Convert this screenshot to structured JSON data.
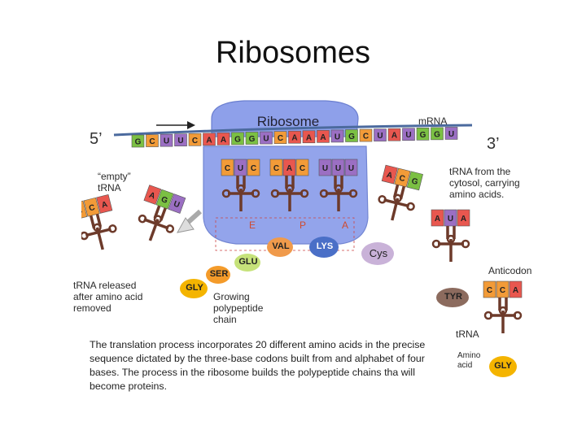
{
  "slide": {
    "title": "Ribosomes"
  },
  "figure": {
    "ribosome_label": "Ribosome",
    "mrna_label": "mRNA",
    "five_prime": "5’",
    "three_prime": "3’",
    "mrna_sequence": [
      "G",
      "C",
      "U",
      "U",
      "C",
      "A",
      "A",
      "G",
      "G",
      "U",
      "C",
      "A",
      "A",
      "A",
      "U",
      "G",
      "C",
      "U",
      "A",
      "U",
      "G",
      "G",
      "U"
    ],
    "codons_in_ribosome": [
      [
        "C",
        "U",
        "C"
      ],
      [
        "C",
        "A",
        "C"
      ],
      [
        "U",
        "U",
        "U"
      ]
    ],
    "sites": [
      "E",
      "P",
      "A"
    ],
    "empty_trna_label": "“empty” tRNA",
    "released_label": "tRNA released after amino acid removed",
    "incoming_trna_label": "tRNA from the cytosol, carrying amino acids.",
    "anticodon_label": "Anticodon",
    "trna_label": "tRNA",
    "amino_acid_label": "Amino acid",
    "growing_chain_label": "Growing polypeptide chain",
    "amino_acids": {
      "gly": "GLY",
      "ser": "SER",
      "glu": "GLU",
      "val": "VAL",
      "lys": "LYS",
      "cys": "Cys",
      "tyr": "TYR",
      "gly2": "GLY"
    },
    "anticodon_left_trna": [
      "C",
      "C",
      "A"
    ],
    "anticodon_empty_trna": [
      "A",
      "G",
      "U"
    ],
    "anticodon_incoming": [
      "A",
      "C",
      "G"
    ],
    "anticodon_tyr": [
      "A",
      "U",
      "A"
    ],
    "anticodon_gly": [
      "C",
      "C",
      "A"
    ],
    "caption": "The translation process incorporates 20 different amino acids in the precise sequence dictated by the three-base codons built from and alphabet of four bases. The process in the ribosome builds the polypeptide chains tha will become proteins.",
    "colors": {
      "ribosome": "#7b8fe0",
      "mrna": "#4b6a9e",
      "base_green": "#7bc043",
      "base_orange": "#f29b38",
      "base_red": "#e8574f",
      "base_purple": "#9b6fc3",
      "trna": "#6d3a2a",
      "gly": "#f4b400",
      "ser": "#f49b2a",
      "glu": "#c6e27a",
      "val": "#f09a4b",
      "lys": "#4a6fc7",
      "cys": "#c9b2d8",
      "tyr": "#8c6b5e"
    }
  }
}
